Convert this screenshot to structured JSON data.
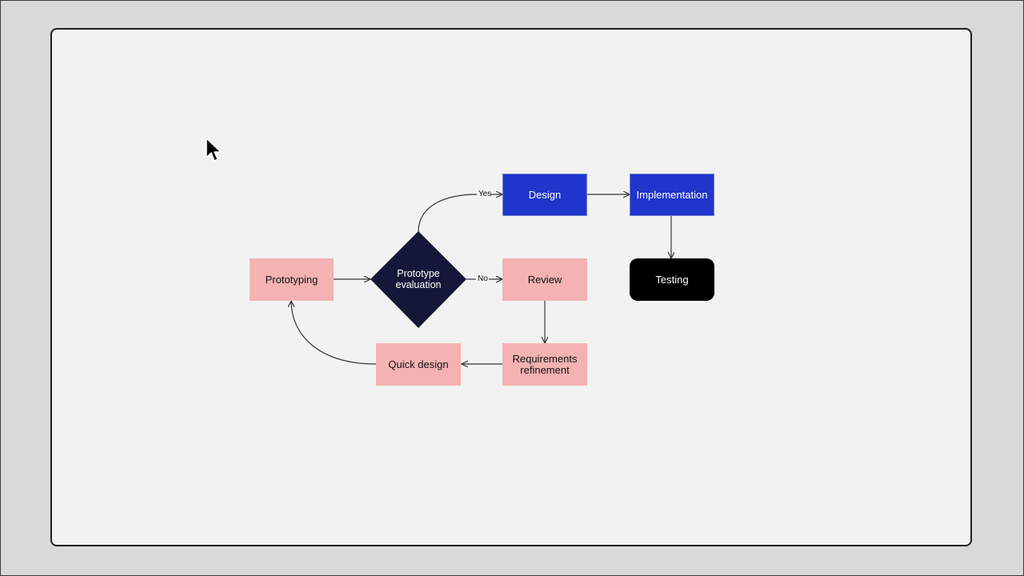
{
  "diagram": {
    "nodes": {
      "prototyping": "Prototyping",
      "evaluation": "Prototype evaluation",
      "review": "Review",
      "requirements": "Requirements refinement",
      "quick_design": "Quick design",
      "design": "Design",
      "implementation": "Implementation",
      "testing": "Testing"
    },
    "edge_labels": {
      "yes": "Yes",
      "no": "No"
    },
    "colors": {
      "prototype_nodes": "#f4b2b3",
      "decision_node": "#141738",
      "build_nodes": "#1f35cc",
      "terminal_node": "#000000",
      "canvas": "#f2f2f2"
    }
  },
  "cursor": {
    "icon": "mouse-pointer-icon"
  }
}
